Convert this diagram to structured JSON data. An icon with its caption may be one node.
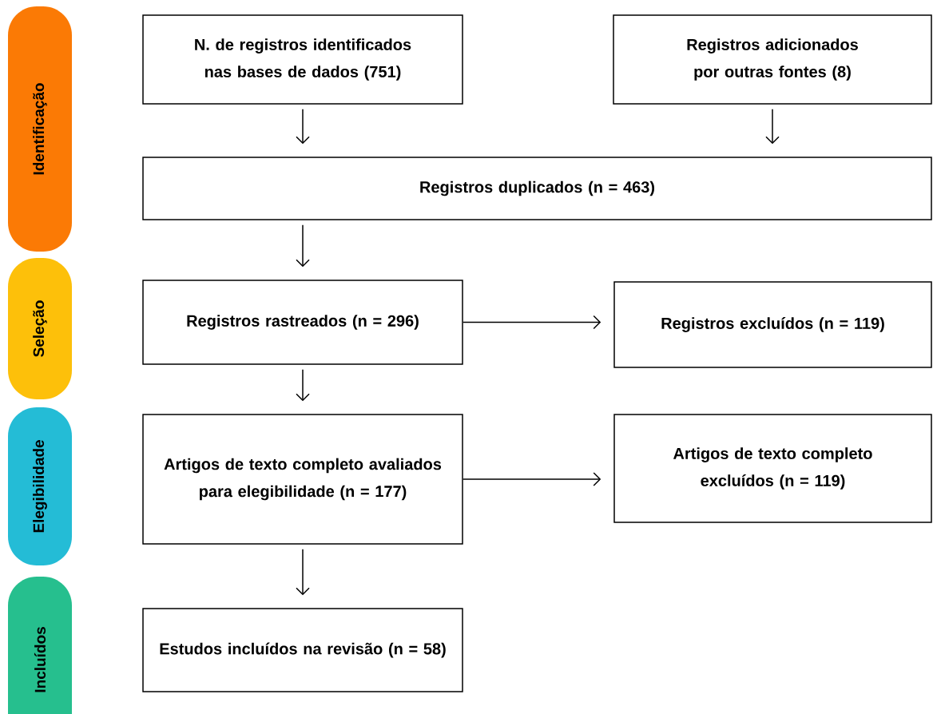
{
  "diagram": {
    "nodes": [
      {
        "text": [
          "Identificação"
        ]
      },
      {
        "text": [
          "N. de registros identificados nas bases de dados (751)"
        ]
      },
      {
        "text": [
          "Registros adicionados por outras fontes (8)"
        ]
      },
      {
        "text": [
          "Registros duplicados (n = 463)"
        ]
      },
      {
        "text": [
          "Seleção"
        ]
      },
      {
        "text": [
          "Registros rastreados (n = 296)"
        ]
      },
      {
        "text": [
          "Registros excluídos (n = 119)"
        ]
      },
      {
        "text": [
          "Elegibilidade"
        ]
      },
      {
        "text": [
          "Artigos de texto completo avaliados para elegibilidade (n = 177)"
        ]
      },
      {
        "text": [
          "Artigos de texto completo excluídos (n = 119)"
        ]
      },
      {
        "text": [
          "Incluídos"
        ]
      },
      {
        "text": [
          "Estudos incluídos na revisão (n = 58)"
        ]
      }
    ],
    "edges": [
      {
        "from": 1,
        "to": 3,
        "arrow": "to"
      },
      {
        "from": 2,
        "to": 3,
        "arrow": "to"
      },
      {
        "from": 3,
        "to": 5,
        "arrow": "to"
      },
      {
        "from": 5,
        "to": 6,
        "arrow": "to"
      },
      {
        "from": 5,
        "to": 8,
        "arrow": "to"
      },
      {
        "from": 8,
        "to": 9,
        "arrow": "to"
      },
      {
        "from": 8,
        "to": 11,
        "arrow": "to"
      }
    ]
  }
}
